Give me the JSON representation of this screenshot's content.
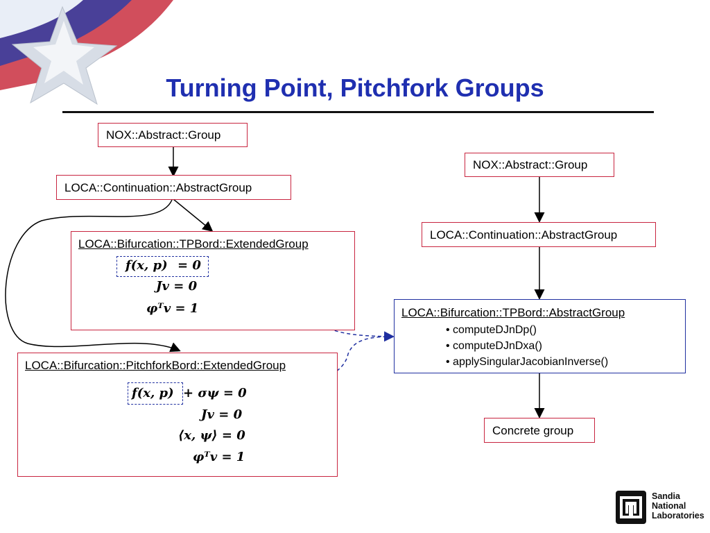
{
  "title": "Turning Point, Pitchfork Groups",
  "left": {
    "nox_group": "NOX::Abstract::Group",
    "continuation_group": "LOCA::Continuation::AbstractGroup",
    "tp_group": {
      "label": "LOCA::Bifurcation::TPBord::ExtendedGroup",
      "eq1_lhs": "f(x, p)",
      "eq1_rhs": " = 0",
      "eq2": "Jv = 0",
      "eq3": "φᵀv = 1"
    },
    "pf_group": {
      "label": "LOCA::Bifurcation::PitchforkBord::ExtendedGroup",
      "eq1_lhs": "f(x, p)",
      "eq1_rhs": "+ σψ = 0",
      "eq2": "Jv = 0",
      "eq3": "⟨x, ψ⟩ = 0",
      "eq4": "φᵀv = 1"
    }
  },
  "right": {
    "nox_group": "NOX::Abstract::Group",
    "continuation_group": "LOCA::Continuation::AbstractGroup",
    "tp_abstract": {
      "label": "LOCA::Bifurcation::TPBord::AbstractGroup",
      "methods": [
        "• computeDJnDp()",
        "• computeDJnDxa()",
        "• applySingularJacobianInverse()"
      ]
    },
    "concrete": "Concrete group"
  },
  "logo": {
    "line1": "Sandia",
    "line2": "National",
    "line3": "Laboratories"
  },
  "colors": {
    "title": "#1f2fb0",
    "red_border": "#c8243f",
    "blue_border": "#1f2fa0"
  }
}
